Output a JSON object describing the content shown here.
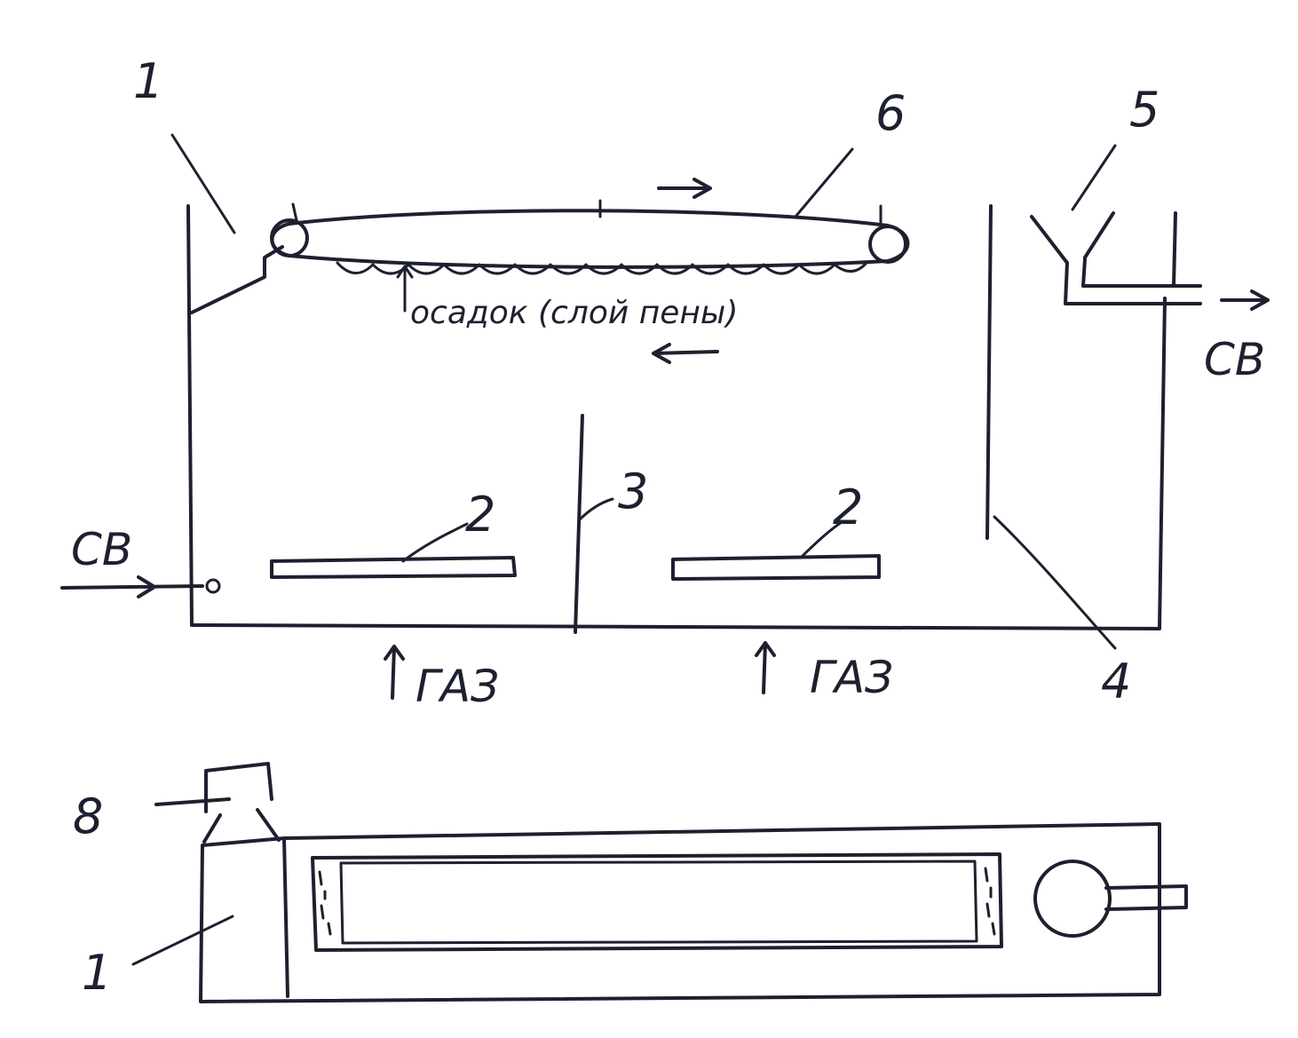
{
  "colors": {
    "ink": "#1d2030",
    "paper": "#ffffff"
  },
  "labels": {
    "num_1_top": "1",
    "num_1_bottom": "1",
    "num_2_left": "2",
    "num_2_right": "2",
    "num_3": "3",
    "num_4": "4",
    "num_5": "5",
    "num_6": "6",
    "num_8": "8",
    "inflow": "СВ",
    "outflow": "СВ",
    "gas_left": "ГАЗ",
    "gas_right": "ГАЗ",
    "sludge": "осадок (слой пены)"
  }
}
